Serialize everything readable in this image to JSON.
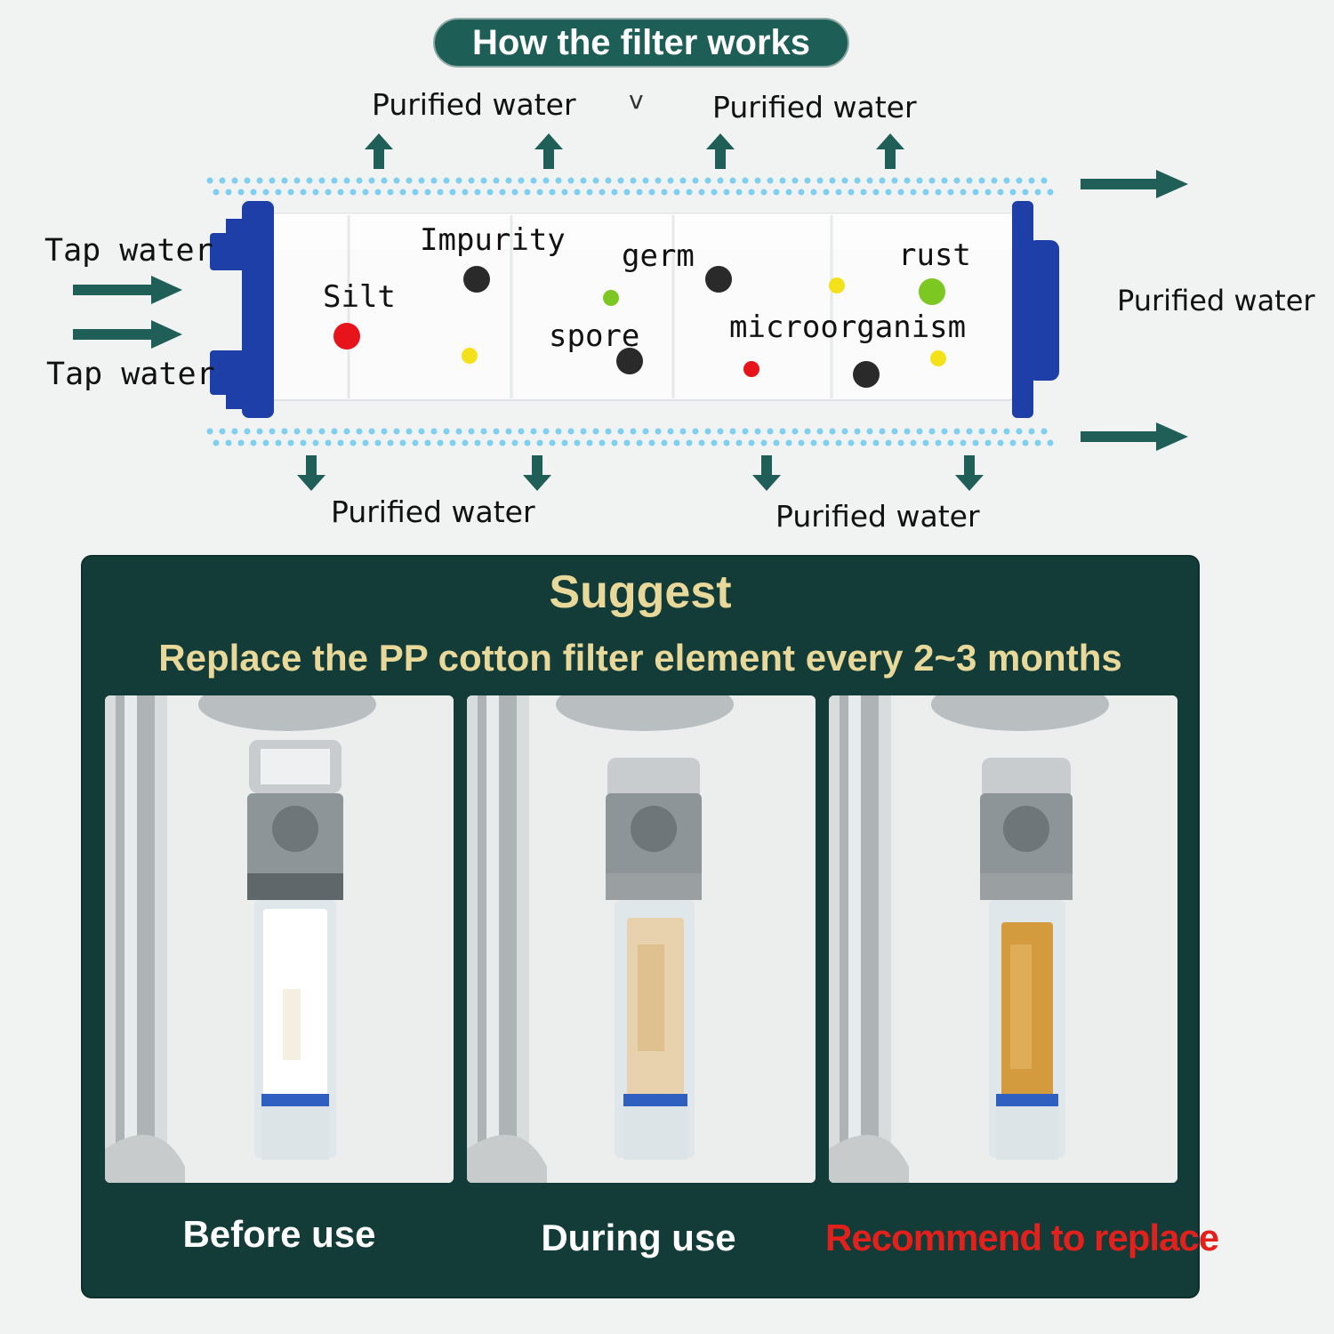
{
  "header": {
    "title": "How the filter works"
  },
  "diagram": {
    "top_labels": [
      "Purified water",
      "Purified water"
    ],
    "stray_mark": "v",
    "left_labels": [
      "Tap water",
      "Tap water"
    ],
    "right_label": "Purified water",
    "bottom_labels": [
      "Purified water",
      "Purified water"
    ],
    "contaminants": [
      "Impurity",
      "germ",
      "rust",
      "Silt",
      "spore",
      "microorganism"
    ],
    "colors": {
      "arrow": "#1f5f58",
      "dots": "#7fd0f0",
      "cap_blue": "#1e3fa8",
      "dot_red": "#e8141c",
      "dot_yellow": "#f3e21a",
      "dot_green": "#7cc722",
      "dot_dark": "#2a2a2a"
    }
  },
  "suggest": {
    "heading": "Suggest",
    "subheading": "Replace the PP cotton filter element every 2~3 months",
    "stages": [
      {
        "caption": "Before use",
        "color": "#ffffff"
      },
      {
        "caption": "During use",
        "color": "#ffffff"
      },
      {
        "caption": "Recommend to replace",
        "color": "#e3201c"
      }
    ],
    "panel_color": "#133c38",
    "text_color": "#e8d89a"
  }
}
